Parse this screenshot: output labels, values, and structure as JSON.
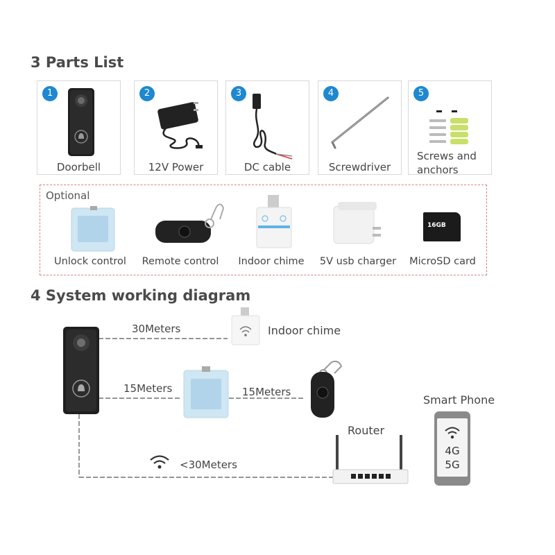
{
  "parts_section": {
    "title": "3 Parts List",
    "items": [
      {
        "number": "1",
        "label": "Doorbell"
      },
      {
        "number": "2",
        "label": "12V Power"
      },
      {
        "number": "3",
        "label": "DC cable"
      },
      {
        "number": "4",
        "label": "Screwdriver"
      },
      {
        "number": "5",
        "label": "Screws and anchors"
      }
    ]
  },
  "optional_section": {
    "title": "Optional",
    "items": [
      {
        "label": "Unlock control"
      },
      {
        "label": "Remote control"
      },
      {
        "label": "Indoor chime"
      },
      {
        "label": "5V usb charger"
      },
      {
        "label": "MicroSD card"
      }
    ],
    "sd_card_text": "16GB"
  },
  "diagram_section": {
    "title": "4 System working diagram",
    "indoor_chime_label": "Indoor chime",
    "distance_chime": "30Meters",
    "distance_unlock": "15Meters",
    "distance_remote": "15Meters",
    "distance_wifi": "<30Meters",
    "router_label": "Router",
    "smart_phone_label": "Smart Phone",
    "phone_network_1": "4G",
    "phone_network_2": "5G"
  },
  "colors": {
    "badge": "#1e88d0",
    "optional_border": "#d98080",
    "line": "#555555"
  }
}
